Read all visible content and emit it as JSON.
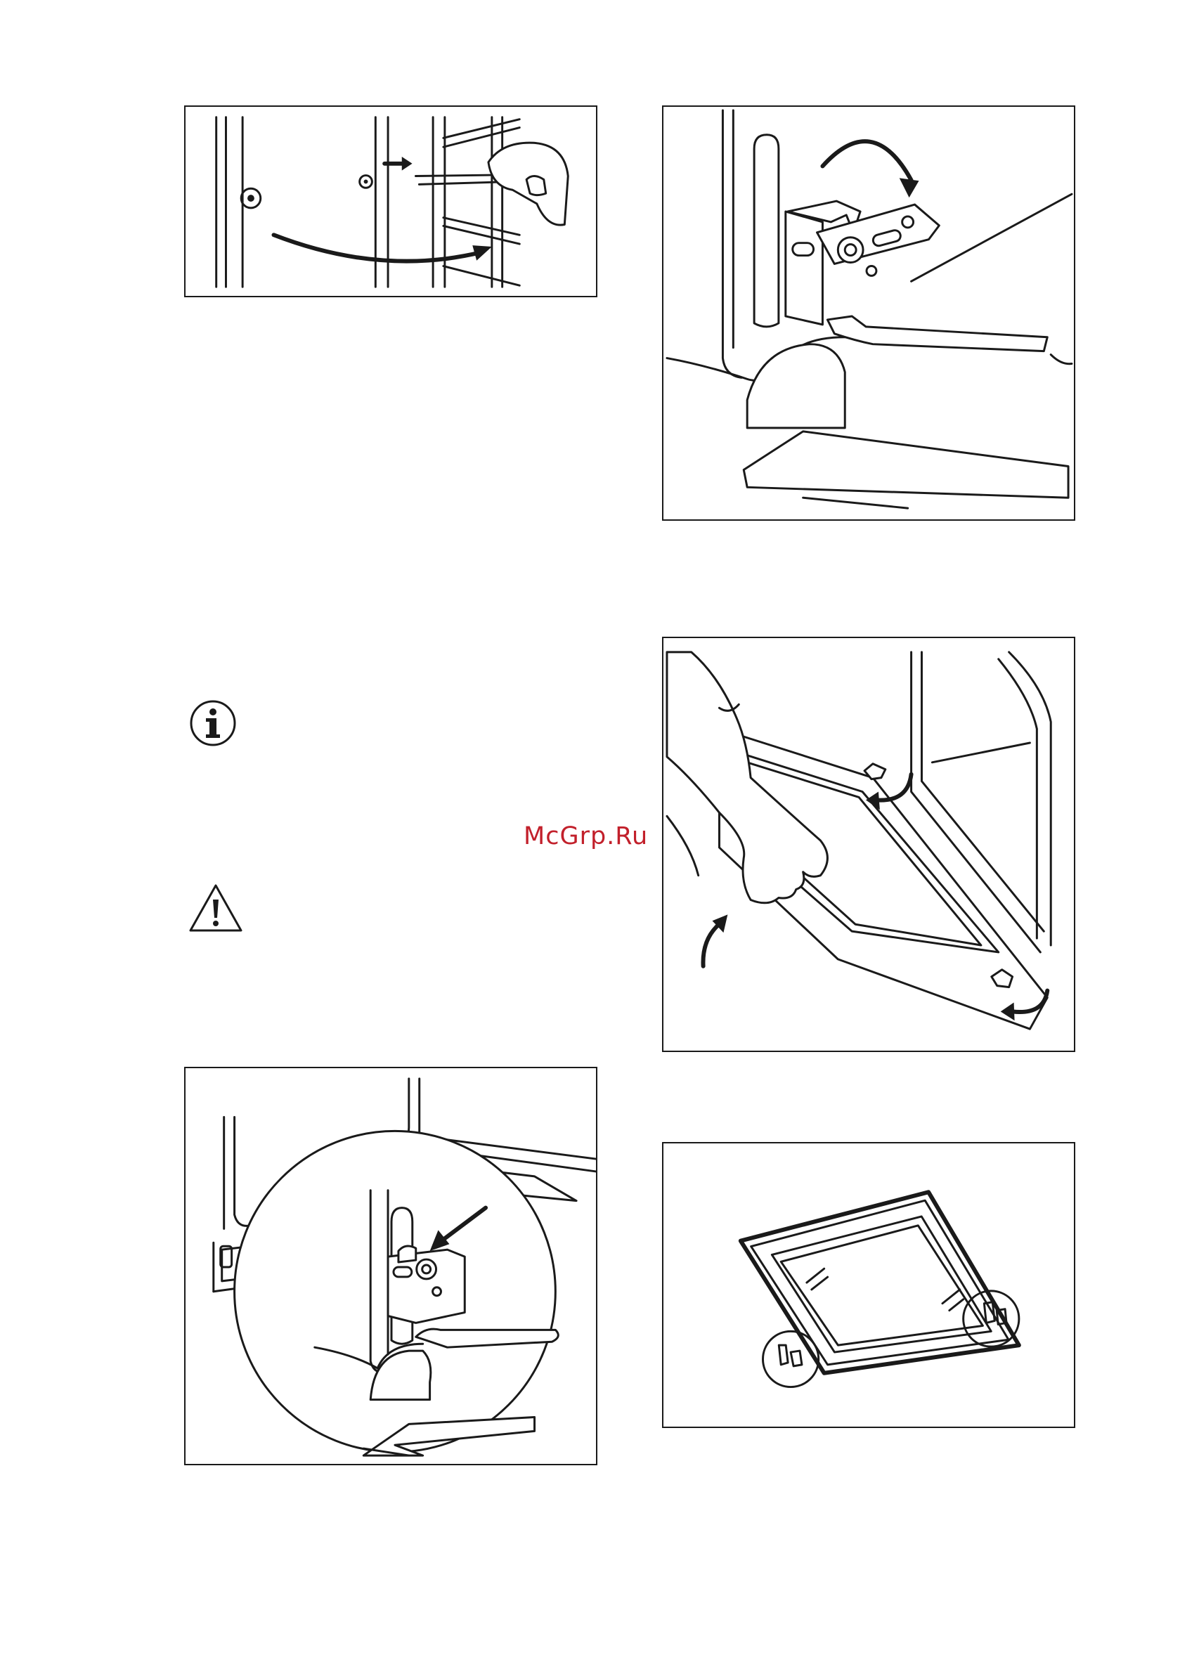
{
  "watermark": {
    "text": "McGrp.Ru",
    "color": "#c2202b"
  },
  "icons": {
    "info": "info-icon",
    "warning": "warning-icon"
  },
  "figures": [
    {
      "id": "fig-shelf",
      "depicts": "shelf-support-removal"
    },
    {
      "id": "fig-hinge",
      "depicts": "hinge-lever-rotation"
    },
    {
      "id": "fig-door",
      "depicts": "door-lift-off"
    },
    {
      "id": "fig-lock",
      "depicts": "hinge-lock-detail"
    },
    {
      "id": "fig-glass",
      "depicts": "door-glass-panels"
    }
  ]
}
